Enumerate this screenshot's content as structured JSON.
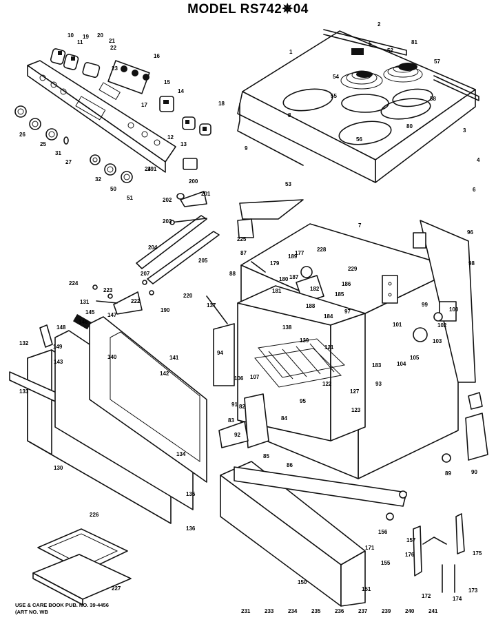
{
  "title": "MODEL RS742✵04",
  "footer": {
    "line1": "USE & CARE BOOK PUB. NO. 39-4456",
    "line2": "(ART NO. WB"
  },
  "labels": [
    "1",
    "2",
    "3",
    "4",
    "5",
    "6",
    "7",
    "8",
    "9",
    "10",
    "11",
    "12",
    "13",
    "14",
    "15",
    "16",
    "17",
    "18",
    "19",
    "20",
    "21",
    "22",
    "23",
    "24",
    "25",
    "26",
    "27",
    "31",
    "32",
    "50",
    "51",
    "52",
    "53",
    "54",
    "55",
    "56",
    "57",
    "58",
    "80",
    "81",
    "82",
    "83",
    "84",
    "85",
    "86",
    "87",
    "88",
    "89",
    "90",
    "91",
    "92",
    "93",
    "94",
    "95",
    "96",
    "97",
    "98",
    "99",
    "100",
    "101",
    "102",
    "103",
    "104",
    "105",
    "106",
    "107",
    "121",
    "122",
    "123",
    "127",
    "130",
    "131",
    "132",
    "133",
    "134",
    "135",
    "136",
    "137",
    "138",
    "139",
    "140",
    "141",
    "142",
    "143",
    "145",
    "146",
    "147",
    "148",
    "149",
    "150",
    "151",
    "155",
    "156",
    "157",
    "171",
    "172",
    "173",
    "174",
    "175",
    "176",
    "177",
    "179",
    "180",
    "181",
    "182",
    "183",
    "184",
    "185",
    "186",
    "187",
    "188",
    "189",
    "190",
    "191",
    "200",
    "201",
    "202",
    "203",
    "204",
    "205",
    "207",
    "220",
    "222",
    "223",
    "224",
    "225",
    "226",
    "227",
    "228",
    "229",
    "231",
    "233",
    "234",
    "235",
    "236",
    "237",
    "239",
    "240",
    "241"
  ]
}
